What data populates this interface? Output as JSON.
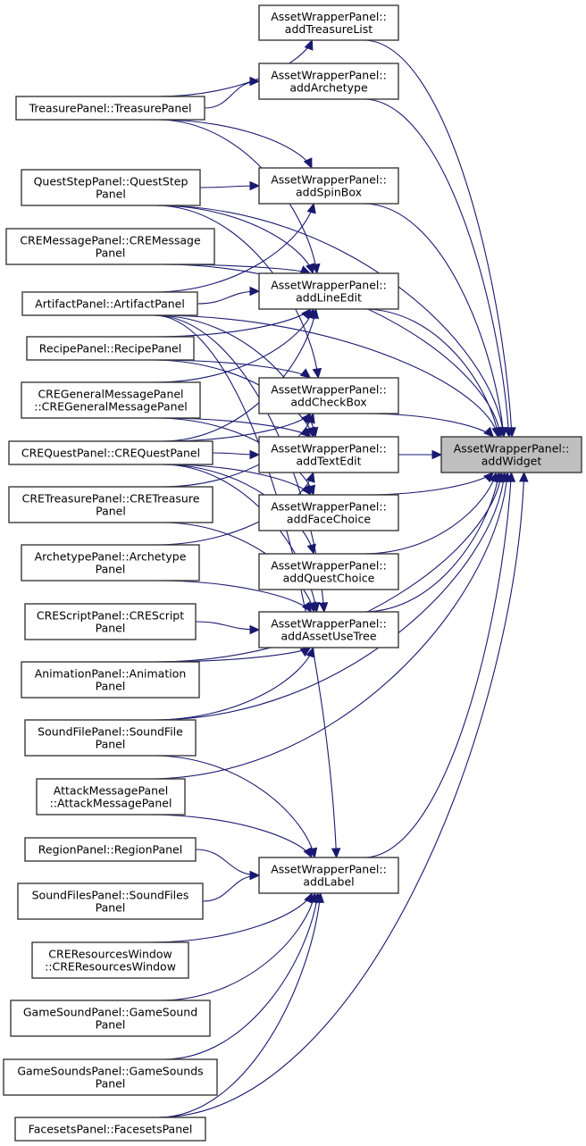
{
  "diagram": {
    "type": "call-graph",
    "target": "addWidget",
    "colors": {
      "edge": "#191970",
      "node_border": "#3a3a3a",
      "node_fill": "#ffffff",
      "target_fill": "#bfbfbf"
    },
    "nodes": [
      {
        "id": "addWidget",
        "lines": [
          "AssetWrapperPanel::",
          "addWidget"
        ],
        "highlighted": true
      },
      {
        "id": "addTreasureList",
        "lines": [
          "AssetWrapperPanel::",
          "addTreasureList"
        ]
      },
      {
        "id": "addArchetype",
        "lines": [
          "AssetWrapperPanel::",
          "addArchetype"
        ]
      },
      {
        "id": "addSpinBox",
        "lines": [
          "AssetWrapperPanel::",
          "addSpinBox"
        ]
      },
      {
        "id": "addLineEdit",
        "lines": [
          "AssetWrapperPanel::",
          "addLineEdit"
        ]
      },
      {
        "id": "addCheckBox",
        "lines": [
          "AssetWrapperPanel::",
          "addCheckBox"
        ]
      },
      {
        "id": "addTextEdit",
        "lines": [
          "AssetWrapperPanel::",
          "addTextEdit"
        ]
      },
      {
        "id": "addFaceChoice",
        "lines": [
          "AssetWrapperPanel::",
          "addFaceChoice"
        ]
      },
      {
        "id": "addQuestChoice",
        "lines": [
          "AssetWrapperPanel::",
          "addQuestChoice"
        ]
      },
      {
        "id": "addAssetUseTree",
        "lines": [
          "AssetWrapperPanel::",
          "addAssetUseTree"
        ]
      },
      {
        "id": "addLabel",
        "lines": [
          "AssetWrapperPanel::",
          "addLabel"
        ]
      },
      {
        "id": "TreasurePanel",
        "lines": [
          "TreasurePanel::TreasurePanel"
        ]
      },
      {
        "id": "QuestStepPanel",
        "lines": [
          "QuestStepPanel::QuestStep",
          "Panel"
        ]
      },
      {
        "id": "CREMessagePanel",
        "lines": [
          "CREMessagePanel::CREMessage",
          "Panel"
        ]
      },
      {
        "id": "ArtifactPanel",
        "lines": [
          "ArtifactPanel::ArtifactPanel"
        ]
      },
      {
        "id": "RecipePanel",
        "lines": [
          "RecipePanel::RecipePanel"
        ]
      },
      {
        "id": "CREGeneralMessagePanel",
        "lines": [
          "CREGeneralMessagePanel",
          "::CREGeneralMessagePanel"
        ]
      },
      {
        "id": "CREQuestPanel",
        "lines": [
          "CREQuestPanel::CREQuestPanel"
        ]
      },
      {
        "id": "CRETreasurePanel",
        "lines": [
          "CRETreasurePanel::CRETreasure",
          "Panel"
        ]
      },
      {
        "id": "ArchetypePanel",
        "lines": [
          "ArchetypePanel::Archetype",
          "Panel"
        ]
      },
      {
        "id": "CREScriptPanel",
        "lines": [
          "CREScriptPanel::CREScript",
          "Panel"
        ]
      },
      {
        "id": "AnimationPanel",
        "lines": [
          "AnimationPanel::Animation",
          "Panel"
        ]
      },
      {
        "id": "SoundFilePanel",
        "lines": [
          "SoundFilePanel::SoundFile",
          "Panel"
        ]
      },
      {
        "id": "AttackMessagePanel",
        "lines": [
          "AttackMessagePanel",
          "::AttackMessagePanel"
        ]
      },
      {
        "id": "RegionPanel",
        "lines": [
          "RegionPanel::RegionPanel"
        ]
      },
      {
        "id": "SoundFilesPanel",
        "lines": [
          "SoundFilesPanel::SoundFiles",
          "Panel"
        ]
      },
      {
        "id": "CREResourcesWindow",
        "lines": [
          "CREResourcesWindow",
          "::CREResourcesWindow"
        ]
      },
      {
        "id": "GameSoundPanel",
        "lines": [
          "GameSoundPanel::GameSound",
          "Panel"
        ]
      },
      {
        "id": "GameSoundsPanel",
        "lines": [
          "GameSoundsPanel::GameSounds",
          "Panel"
        ]
      },
      {
        "id": "FacesetsPanel",
        "lines": [
          "FacesetsPanel::FacesetsPanel"
        ]
      }
    ],
    "edges": [
      [
        "addTreasureList",
        "addWidget"
      ],
      [
        "addArchetype",
        "addWidget"
      ],
      [
        "addSpinBox",
        "addWidget"
      ],
      [
        "addLineEdit",
        "addWidget"
      ],
      [
        "addCheckBox",
        "addWidget"
      ],
      [
        "addTextEdit",
        "addWidget"
      ],
      [
        "addFaceChoice",
        "addWidget"
      ],
      [
        "addQuestChoice",
        "addWidget"
      ],
      [
        "addAssetUseTree",
        "addWidget"
      ],
      [
        "addLabel",
        "addWidget"
      ],
      [
        "TreasurePanel",
        "addTreasureList"
      ],
      [
        "TreasurePanel",
        "addArchetype"
      ],
      [
        "TreasurePanel",
        "addSpinBox"
      ],
      [
        "TreasurePanel",
        "addLineEdit"
      ],
      [
        "QuestStepPanel",
        "addWidget"
      ],
      [
        "QuestStepPanel",
        "addSpinBox"
      ],
      [
        "QuestStepPanel",
        "addLineEdit"
      ],
      [
        "QuestStepPanel",
        "addCheckBox"
      ],
      [
        "CREMessagePanel",
        "addWidget"
      ],
      [
        "CREMessagePanel",
        "addLineEdit"
      ],
      [
        "ArtifactPanel",
        "addSpinBox"
      ],
      [
        "ArtifactPanel",
        "addLineEdit"
      ],
      [
        "ArtifactPanel",
        "addWidget"
      ],
      [
        "ArtifactPanel",
        "addTextEdit"
      ],
      [
        "ArtifactPanel",
        "addAssetUseTree"
      ],
      [
        "ArtifactPanel",
        "addLabel"
      ],
      [
        "RecipePanel",
        "addLineEdit"
      ],
      [
        "RecipePanel",
        "addCheckBox"
      ],
      [
        "RecipePanel",
        "addTextEdit"
      ],
      [
        "CREGeneralMessagePanel",
        "addLineEdit"
      ],
      [
        "CREGeneralMessagePanel",
        "addTextEdit"
      ],
      [
        "CREGeneralMessagePanel",
        "addFaceChoice"
      ],
      [
        "CREQuestPanel",
        "addLineEdit"
      ],
      [
        "CREQuestPanel",
        "addCheckBox"
      ],
      [
        "CREQuestPanel",
        "addTextEdit"
      ],
      [
        "CREQuestPanel",
        "addFaceChoice"
      ],
      [
        "CREQuestPanel",
        "addQuestChoice"
      ],
      [
        "CREQuestPanel",
        "addAssetUseTree"
      ],
      [
        "CRETreasurePanel",
        "addCheckBox"
      ],
      [
        "CRETreasurePanel",
        "addAssetUseTree"
      ],
      [
        "ArchetypePanel",
        "addTextEdit"
      ],
      [
        "ArchetypePanel",
        "addAssetUseTree"
      ],
      [
        "CREScriptPanel",
        "addAssetUseTree"
      ],
      [
        "AnimationPanel",
        "addAssetUseTree"
      ],
      [
        "AnimationPanel",
        "addWidget"
      ],
      [
        "SoundFilePanel",
        "addAssetUseTree"
      ],
      [
        "SoundFilePanel",
        "addWidget"
      ],
      [
        "SoundFilePanel",
        "addLabel"
      ],
      [
        "AttackMessagePanel",
        "addWidget"
      ],
      [
        "AttackMessagePanel",
        "addLabel"
      ],
      [
        "RegionPanel",
        "addLabel"
      ],
      [
        "SoundFilesPanel",
        "addLabel"
      ],
      [
        "CREResourcesWindow",
        "addLabel"
      ],
      [
        "GameSoundPanel",
        "addLabel"
      ],
      [
        "GameSoundsPanel",
        "addLabel"
      ],
      [
        "FacesetsPanel",
        "addLabel"
      ],
      [
        "FacesetsPanel",
        "addWidget"
      ]
    ]
  }
}
